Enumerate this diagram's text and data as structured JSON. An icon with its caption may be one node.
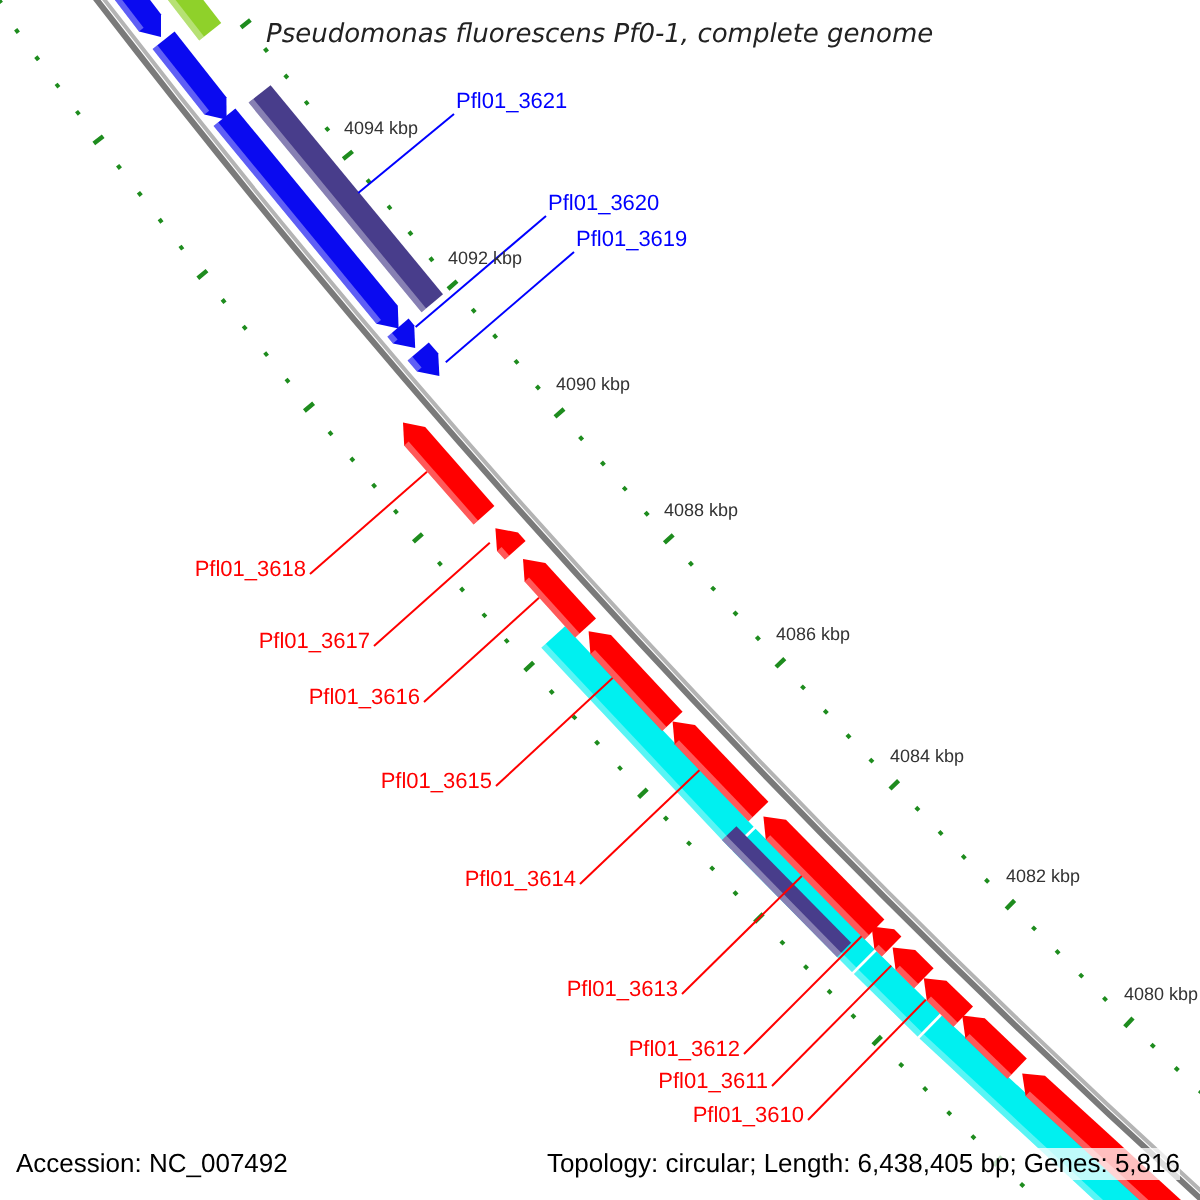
{
  "diagram": {
    "title": "Pseudomonas fluorescens Pf0-1, complete genome",
    "nodes": [
      {
        "text": [
          "Pfl01_3621"
        ]
      },
      {
        "text": [],
        "shape": "bar"
      },
      {
        "text": [
          "Pfl01_3620"
        ]
      },
      {
        "text": [],
        "shape": "pentagon"
      },
      {
        "text": [
          "Pfl01_3619"
        ]
      },
      {
        "text": [],
        "shape": "pentagon"
      },
      {
        "text": [
          "Pfl01_3618"
        ]
      },
      {
        "text": [],
        "shape": "pentagon"
      },
      {
        "text": [
          "Pfl01_3617"
        ]
      },
      {
        "text": [],
        "shape": "pentagon"
      },
      {
        "text": [
          "Pfl01_3616"
        ]
      },
      {
        "text": [],
        "shape": "pentagon"
      },
      {
        "text": [
          "Pfl01_3615"
        ]
      },
      {
        "text": [],
        "shape": "pentagon"
      },
      {
        "text": [
          "Pfl01_3614"
        ]
      },
      {
        "text": [],
        "shape": "pentagon"
      },
      {
        "text": [
          "Pfl01_3613"
        ]
      },
      {
        "text": [],
        "shape": "pentagon"
      },
      {
        "text": [
          "Pfl01_3612"
        ]
      },
      {
        "text": [],
        "shape": "pentagon"
      },
      {
        "text": [
          "Pfl01_3611"
        ]
      },
      {
        "text": [],
        "shape": "pentagon"
      },
      {
        "text": [
          "Pfl01_3610"
        ]
      },
      {
        "text": [],
        "shape": "pentagon"
      }
    ],
    "edges": [
      {
        "from": 0,
        "to": 1,
        "arrow": "none",
        "color": "#0000ff"
      },
      {
        "from": 2,
        "to": 3,
        "arrow": "none",
        "color": "#0000ff"
      },
      {
        "from": 4,
        "to": 5,
        "arrow": "none",
        "color": "#0000ff"
      },
      {
        "from": 6,
        "to": 7,
        "arrow": "none"
      },
      {
        "from": 8,
        "to": 9,
        "arrow": "none"
      },
      {
        "from": 10,
        "to": 11,
        "arrow": "none"
      },
      {
        "from": 12,
        "to": 13,
        "arrow": "none"
      },
      {
        "from": 14,
        "to": 15,
        "arrow": "none"
      },
      {
        "from": 16,
        "to": 17,
        "arrow": "none"
      },
      {
        "from": 18,
        "to": 19,
        "arrow": "none"
      },
      {
        "from": 20,
        "to": 21,
        "arrow": "none"
      },
      {
        "from": 22,
        "to": 23,
        "arrow": "none"
      }
    ],
    "labels": [
      "4094 kbp",
      "4092 kbp",
      "4090 kbp",
      "4088 kbp",
      "4086 kbp",
      "4084 kbp",
      "4082 kbp",
      "4080 kbp",
      "Accession: NC_007492",
      "Topology: circular; Length: 6,438,405 bp; Genes: 5,816"
    ]
  }
}
